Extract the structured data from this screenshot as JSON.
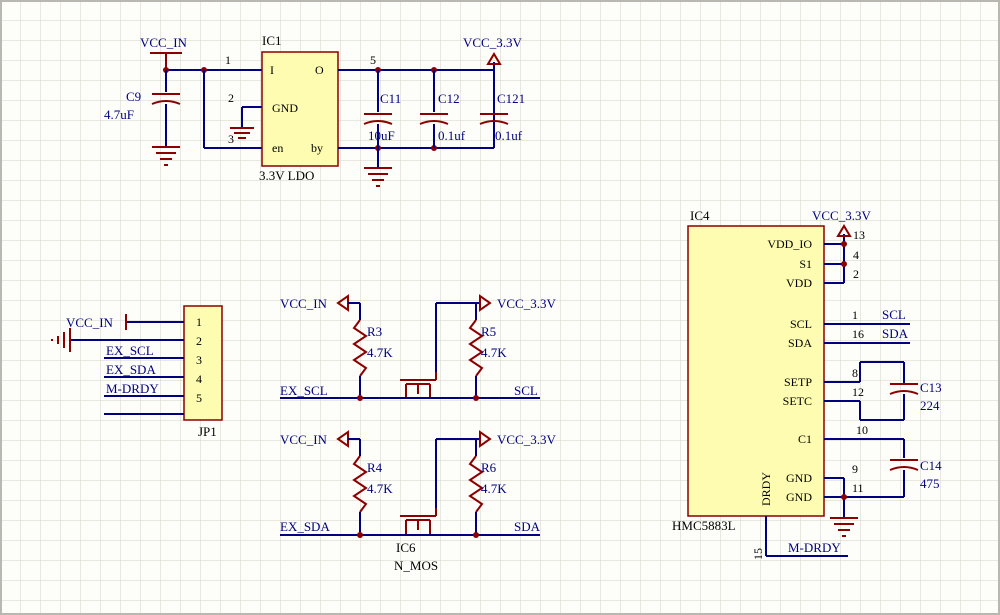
{
  "ldo": {
    "ref": "IC1",
    "name": "3.3V LDO",
    "pins": {
      "in": "I",
      "out": "O",
      "gnd": "GND",
      "en": "en",
      "by": "by"
    },
    "pin_numbers": {
      "in": "1",
      "gnd": "2",
      "en": "3",
      "out": "5"
    }
  },
  "nets": {
    "vcc_in": "VCC_IN",
    "vcc_33": "VCC_3.3V",
    "ex_scl": "EX_SCL",
    "ex_sda": "EX_SDA",
    "scl": "SCL",
    "sda": "SDA",
    "mdrdy": "M-DRDY"
  },
  "caps": {
    "c9": {
      "ref": "C9",
      "value": "4.7uF"
    },
    "c11": {
      "ref": "C11",
      "value": "10uF"
    },
    "c12": {
      "ref": "C12",
      "value": "0.1uf"
    },
    "c121": {
      "ref": "C121",
      "value": "0.1uf"
    },
    "c13": {
      "ref": "C13",
      "value": "224"
    },
    "c14": {
      "ref": "C14",
      "value": "475"
    }
  },
  "resistors": {
    "r3": {
      "ref": "R3",
      "value": "4.7K"
    },
    "r4": {
      "ref": "R4",
      "value": "4.7K"
    },
    "r5": {
      "ref": "R5",
      "value": "4.7K"
    },
    "r6": {
      "ref": "R6",
      "value": "4.7K"
    }
  },
  "mosfet": {
    "ref": "IC6",
    "name": "N_MOS"
  },
  "connector": {
    "ref": "JP1",
    "pins": [
      "1",
      "2",
      "3",
      "4",
      "5"
    ]
  },
  "sensor": {
    "ref": "IC4",
    "name": "HMC5883L",
    "pins": {
      "vddio": "VDD_IO",
      "s1": "S1",
      "vdd": "VDD",
      "scl": "SCL",
      "sda": "SDA",
      "setp": "SETP",
      "setc": "SETC",
      "c1": "C1",
      "drdy": "DRDY",
      "gnd": "GND"
    },
    "pin_numbers": {
      "vddio": "13",
      "s1": "4",
      "vdd": "2",
      "scl": "1",
      "sda": "16",
      "setp": "8",
      "setc": "12",
      "c1": "10",
      "gnd_a": "9",
      "gnd_b": "11",
      "drdy": "15"
    }
  }
}
